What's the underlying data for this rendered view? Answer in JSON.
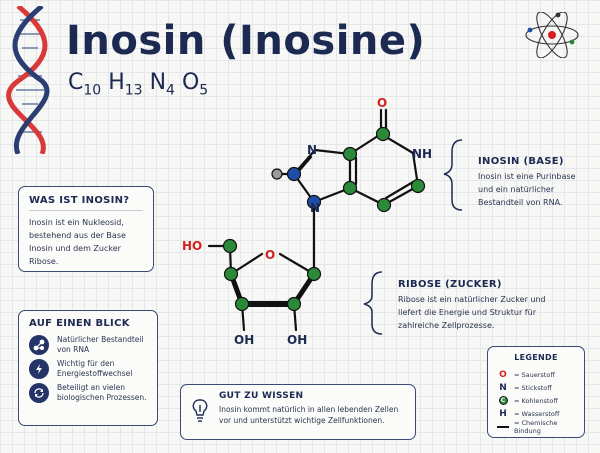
{
  "title": "Inosin (Inosine)",
  "formula": [
    {
      "el": "C",
      "n": "10"
    },
    {
      "el": "H",
      "n": "13"
    },
    {
      "el": "N",
      "n": "4"
    },
    {
      "el": "O",
      "n": "5"
    }
  ],
  "colors": {
    "oxygen": "#d62020",
    "nitrogen": "#1d4fa8",
    "carbon": "#2a8a3a",
    "hydrogen": "#9a9a9a",
    "navy": "#1c2a52"
  },
  "molecule_labels": {
    "carbonyl_o": "O",
    "n_top": "N",
    "n_right": "NH",
    "n_bottom": "N",
    "ring_o": "O",
    "ho_left": "HO",
    "oh_left": "OH",
    "oh_right": "OH"
  },
  "was_ist": {
    "heading": "WAS IST INOSIN?",
    "text": "Inosin ist ein Nukleosid, bestehend aus der Base Inosin und dem Zucker Ribose."
  },
  "base": {
    "heading": "INOSIN (BASE)",
    "text": "Inosin ist eine Purinbase und ein natürlicher Bestandteil von RNA."
  },
  "ribose": {
    "heading": "RIBOSE (ZUCKER)",
    "text": "Ribose ist ein natürlicher Zucker und liefert die Energie und Struktur für zahlreiche Zellprozesse."
  },
  "auf_einen_blick": {
    "heading": "AUF EINEN BLICK",
    "items": [
      {
        "icon": "molecule-icon",
        "text": "Natürlicher Bestandteil von RNA"
      },
      {
        "icon": "lightning-icon",
        "text": "Wichtig für den Energiestoffwechsel"
      },
      {
        "icon": "cycle-icon",
        "text": "Beteiligt an vielen biologischen Prozessen."
      }
    ]
  },
  "gut_zu_wissen": {
    "heading": "GUT ZU WISSEN",
    "text": "Inosin kommt natürlich in allen lebenden Zellen vor und unterstützt wichtige Zellfunktionen."
  },
  "legend": {
    "heading": "LEGENDE",
    "items": [
      {
        "symbol": "O",
        "label": "= Sauerstoff"
      },
      {
        "symbol": "N",
        "label": "= Stickstoff"
      },
      {
        "symbol": "C",
        "label": "= Kohlenstoff"
      },
      {
        "symbol": "H",
        "label": "= Wasserstoff"
      },
      {
        "symbol": "",
        "label": "= Chemische Bindung"
      }
    ]
  }
}
